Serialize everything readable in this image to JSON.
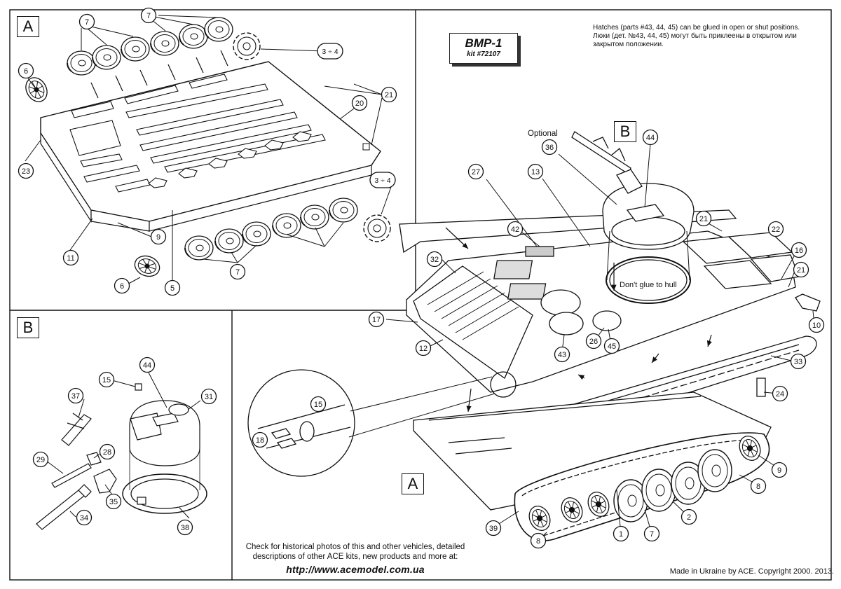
{
  "title": {
    "model": "BMP-1",
    "kit": "kit #72107"
  },
  "notes": {
    "en": "Hatches (parts #43, 44, 45) can be glued in open or shut positions.",
    "ru_line1": "Люки (дет. №43, 44, 45) могут быть приклеены в открытом или",
    "ru_line2": "закрытом положении."
  },
  "section_labels": {
    "a": "A",
    "b": "B"
  },
  "annotations": {
    "optional": "Optional",
    "dont_glue": "Don't glue to hull"
  },
  "footer": {
    "line1": "Check for historical photos of this and  other vehicles, detailed",
    "line2": "descriptions of other ACE kits, new products and more at:",
    "url": "http://www.acemodel.com.ua",
    "copyright": "Made in Ukraine by ACE. Copyright 2000. 2013."
  },
  "callouts": {
    "panel_a": [
      "6",
      "7",
      "7",
      "3 ÷ 4",
      "21",
      "20",
      "23",
      "3 ÷ 4",
      "11",
      "9",
      "6",
      "5",
      "7"
    ],
    "panel_b": [
      "15",
      "44",
      "31",
      "37",
      "28",
      "29",
      "35",
      "34",
      "38"
    ],
    "main": [
      "27",
      "13",
      "36",
      "44",
      "42",
      "32",
      "21",
      "22",
      "16",
      "21",
      "17",
      "12",
      "43",
      "26",
      "45",
      "10",
      "33",
      "24",
      "15",
      "18",
      "9",
      "8",
      "39",
      "8",
      "1",
      "7",
      "2"
    ]
  }
}
